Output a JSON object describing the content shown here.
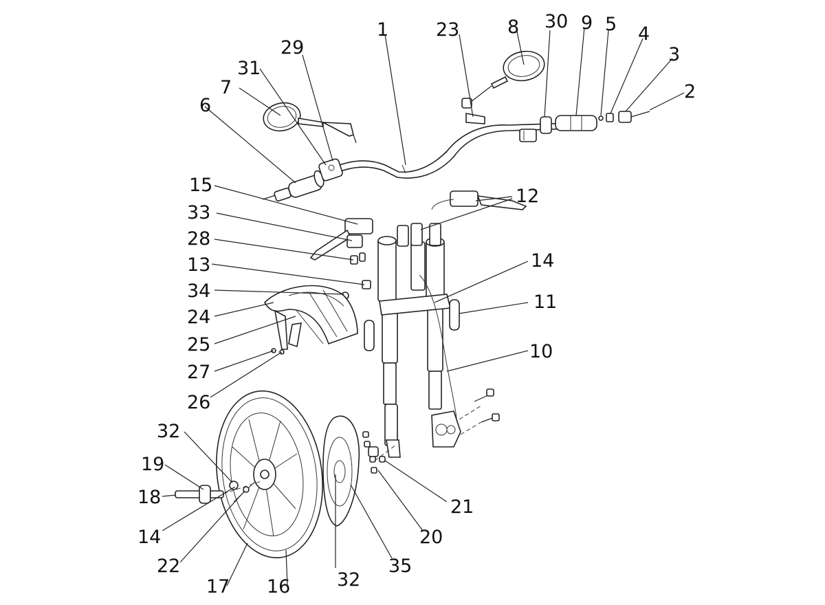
{
  "labels": {
    "l1": "1",
    "l2": "2",
    "l3": "3",
    "l4": "4",
    "l5": "5",
    "l6": "6",
    "l7": "7",
    "l8": "8",
    "l9": "9",
    "l10": "10",
    "l11": "11",
    "l12": "12",
    "l13": "13",
    "l14a": "14",
    "l14b": "14",
    "l15": "15",
    "l16": "16",
    "l17": "17",
    "l18": "18",
    "l19": "19",
    "l20": "20",
    "l21": "21",
    "l22": "22",
    "l23": "23",
    "l24": "24",
    "l25": "25",
    "l26": "26",
    "l27": "27",
    "l28": "28",
    "l29": "29",
    "l30": "30",
    "l31": "31",
    "l32a": "32",
    "l32b": "32",
    "l33": "33",
    "l34": "34",
    "l35": "35"
  },
  "colors": {
    "line": "#222222",
    "background": "#ffffff"
  }
}
